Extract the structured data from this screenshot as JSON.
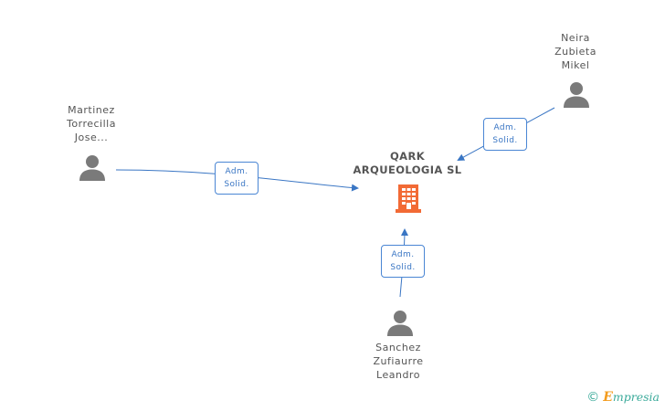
{
  "company": {
    "name_line1": "QARK",
    "name_line2": "ARQUEOLOGIA SL",
    "icon": "building-icon",
    "color": "#f26a35"
  },
  "persons": [
    {
      "lines": [
        "Martinez",
        "Torrecilla",
        "Jose..."
      ],
      "icon": "person-icon"
    },
    {
      "lines": [
        "Neira",
        "Zubieta",
        "Mikel"
      ],
      "icon": "person-icon"
    },
    {
      "lines": [
        "Sanchez",
        "Zufiaurre",
        "Leandro"
      ],
      "icon": "person-icon"
    }
  ],
  "relations": [
    {
      "line1": "Adm.",
      "line2": "Solid."
    },
    {
      "line1": "Adm.",
      "line2": "Solid."
    },
    {
      "line1": "Adm.",
      "line2": "Solid."
    }
  ],
  "colors": {
    "edge": "#3a76c4",
    "person": "#7a7a7a",
    "label": "#555555"
  },
  "footer": {
    "copyright": "©",
    "brand_initial": "E",
    "brand_rest": "mpresia"
  }
}
